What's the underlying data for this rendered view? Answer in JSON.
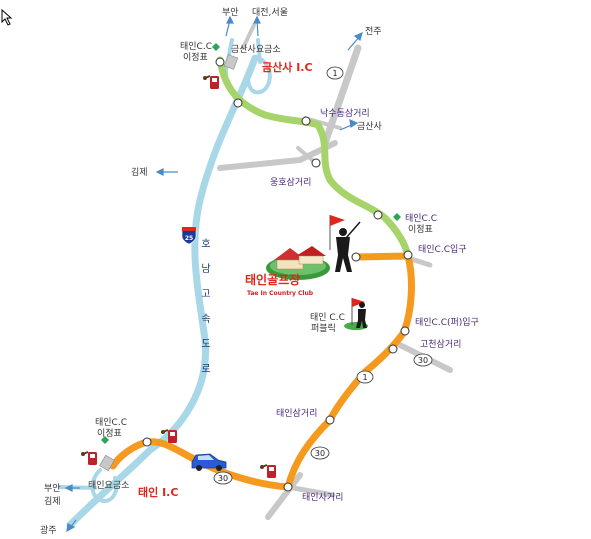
{
  "colors": {
    "expressway": "#a8d8e8",
    "orange_route": "#f59a1f",
    "green_route": "#a6d46a",
    "gray_road": "#c8c8c8",
    "label_red": "#e0261c",
    "label_purple": "#4a2a7a",
    "arrow_blue": "#4a8ac8"
  },
  "directions": {
    "buan_top": "부안",
    "daejeon_seoul": "대전,서울",
    "jeonju": "전주",
    "geumsansa": "금산사",
    "gimje_mid": "김제",
    "buan_bottom": "부안",
    "gimje_bottom": "김제",
    "gwangju": "광주"
  },
  "places": {
    "geumsan_ic": "금산사 I.C",
    "geumsan_toll": "금산사요금소",
    "sign_top_line1": "태인C.C",
    "sign_top_line2": "이정표",
    "naksu": "낙수동삼거리",
    "ungho": "웅호삼거리",
    "sign_mid_line1": "태인C.C",
    "sign_mid_line2": "이정표",
    "tc_entrance": "태인C.C입구",
    "club_name_ko": "태인골프장",
    "club_name_en": "Tae In Country Club",
    "public_line1": "태인 C.C",
    "public_line2": "퍼블릭",
    "public_entrance": "태인C.C(퍼)입구",
    "gocheon": "고천삼거리",
    "taein_junction": "태인삼거리",
    "sign_bot_line1": "태인C.C",
    "sign_bot_line2": "이정표",
    "taein_toll": "태인요금소",
    "taein_ic": "태인 I.C",
    "taein_sa": "태인사거리"
  },
  "highway": {
    "number": "25",
    "name_chars": [
      "호",
      "남",
      "고",
      "속",
      "도",
      "로"
    ]
  },
  "routes": {
    "r1_top": "1",
    "r30_gocheon": "30",
    "r1_mid": "1",
    "r30_low": "30",
    "r30_car": "30"
  }
}
